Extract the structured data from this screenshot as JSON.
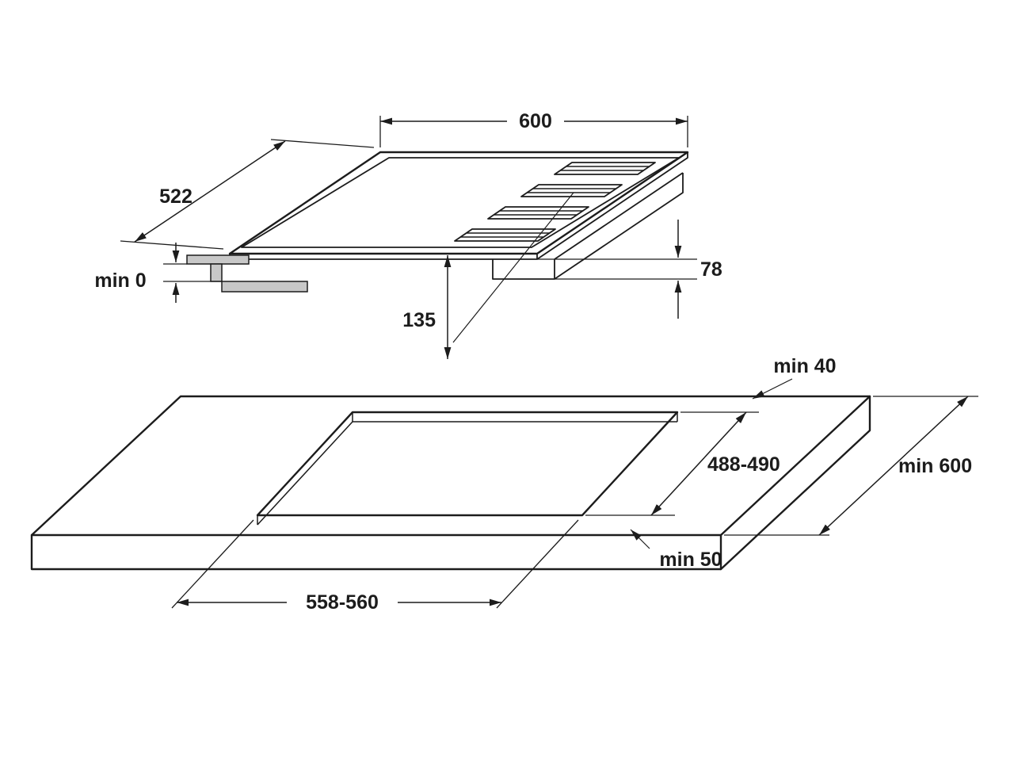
{
  "page": {
    "background": "#ffffff"
  },
  "diagram": {
    "kind": "built-in hob installation drawing",
    "line_color": "#1c1c1c",
    "profile_fill": "#c8c8c8",
    "hob_view": {
      "width_mm": "600",
      "depth_mm": "522",
      "body_height_mm": "78",
      "front_distance_mm": "135",
      "edge_gap": "min 0"
    },
    "worktop_view": {
      "rear_clearance": "min 40",
      "cutout_depth_mm": "488-490",
      "worktop_min_depth": "min 600",
      "front_clearance": "min 50",
      "cutout_width_mm": "558-560"
    }
  }
}
